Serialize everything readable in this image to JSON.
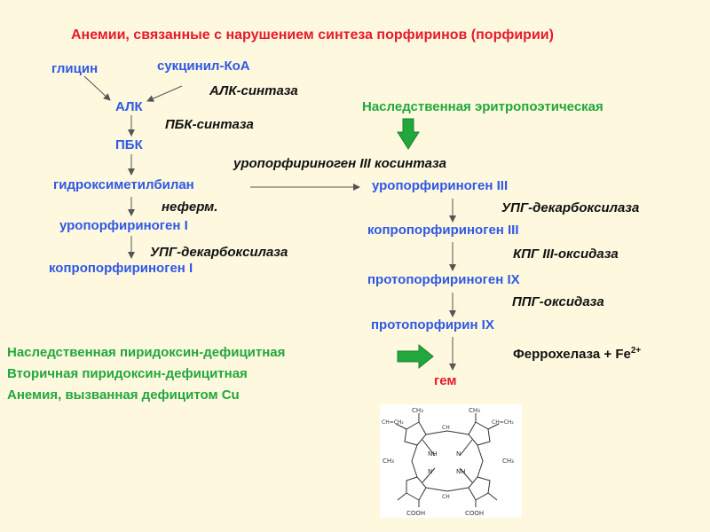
{
  "title": "Анемии, связанные с нарушением синтеза порфиринов (порфирии)",
  "pathway": {
    "glycine": "глицин",
    "succinyl_coa": "сукцинил-КоА",
    "alk": "АЛК",
    "alk_synthase": "АЛК-синтаза",
    "pbk": "ПБК",
    "pbk_synthase": "ПБК-синтаза",
    "hydroxymethylbilane": "гидроксиметилбилан",
    "nonenzymatic": "неферм.",
    "uroporphyrinogen_i": "уропорфириноген I",
    "upg_decarboxylase_left": "УПГ-декарбоксилаза",
    "coproporphyrinogen_i": "копропорфириноген I",
    "uroporphyrinogen_iii_cosynthase": "уропорфириноген III косинтаза",
    "uroporphyrinogen_iii": "уропорфириноген III",
    "upg_decarboxylase_right": "УПГ-декарбоксилаза",
    "coproporphyrinogen_iii": "копропорфириноген III",
    "kpg_iii_oxidase": "КПГ III-оксидаза",
    "protoporphyrinogen_ix": "протопорфириноген IX",
    "ppg_oxidase": "ППГ-оксидаза",
    "protoporphyrin_ix": "протопорфирин IX",
    "ferrochelatase": "Феррохелаза + Fe",
    "fe_charge": "2+",
    "heme": "гем"
  },
  "diseases": {
    "erythropoietic": "Наследственная эритропоэтическая",
    "hereditary_pyridoxine": "Наследственная пиридоксин-дефицитная",
    "secondary_pyridoxine": "Вторичная пиридоксин-дефицитная",
    "copper_deficiency": "Анемия, вызванная дефицитом Cu"
  },
  "heme_structure": {
    "methyl": "CH₃",
    "vinyl": "CH=CH₂",
    "carboxyl": "COOH",
    "nh": "NH",
    "n": "N",
    "ch": "CH"
  },
  "colors": {
    "background": "#FDF8DE",
    "title": "#E8192C",
    "compound": "#2F58E6",
    "enzyme": "#111111",
    "disease": "#21A83C",
    "heme": "#E8192C",
    "arrow": "#555555",
    "green_arrow": "#21A83C"
  }
}
